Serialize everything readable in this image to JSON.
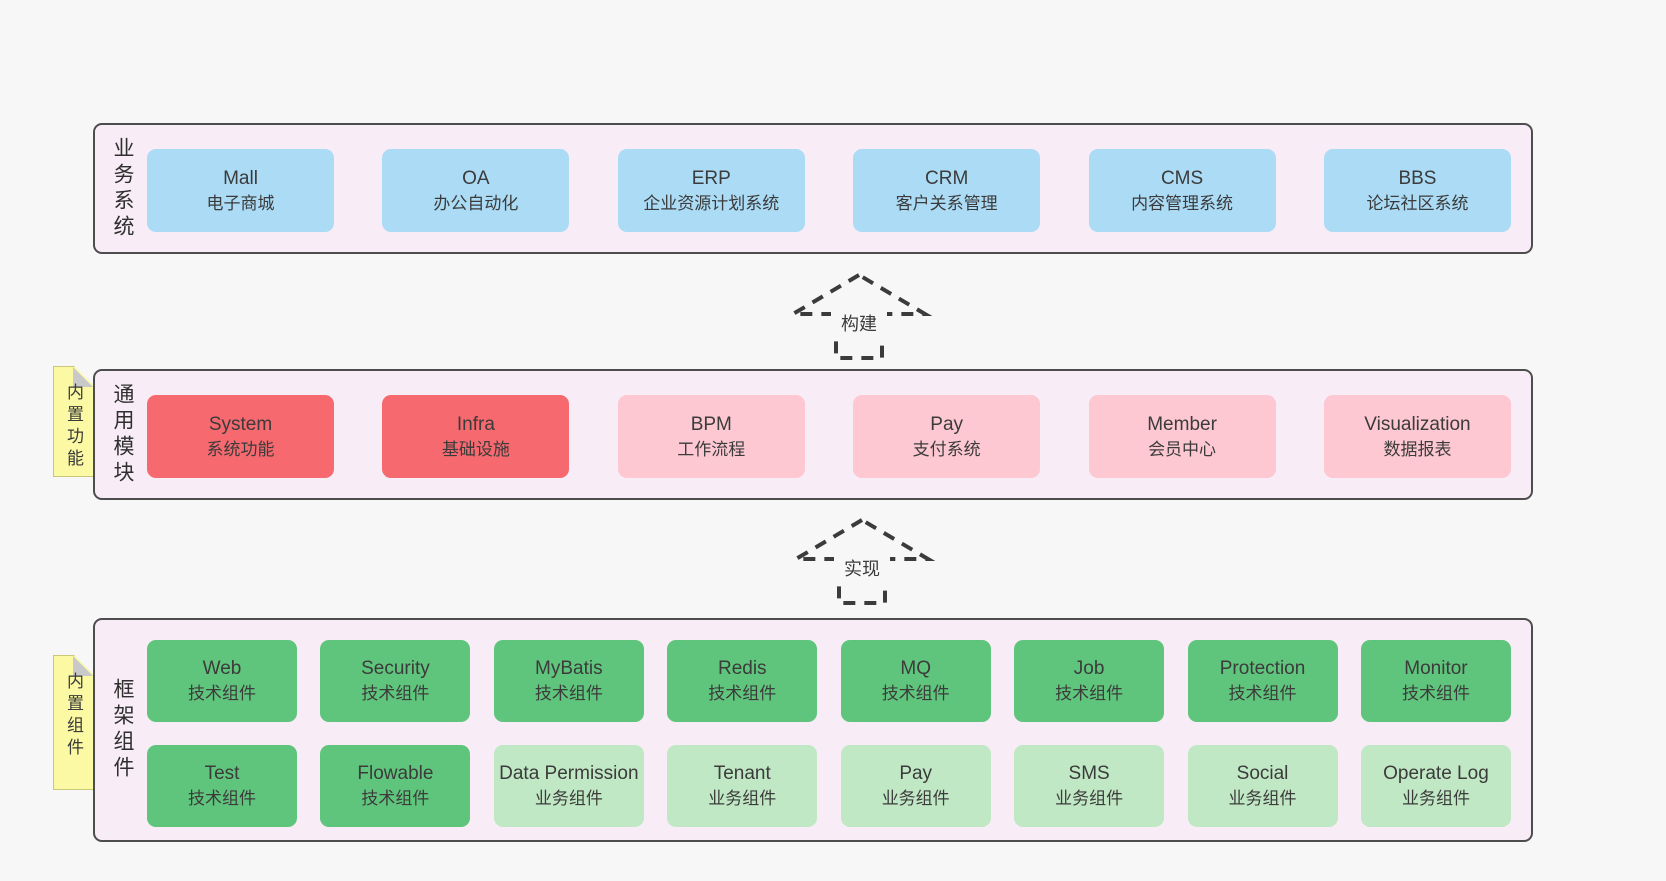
{
  "colors": {
    "page_bg": "#f7f7f7",
    "panel_bg": "#f8edf6",
    "panel_border": "#4d4d4d",
    "box_blue": "#abdbf5",
    "box_red": "#f5696f",
    "box_pink": "#fdc8d2",
    "box_green": "#60c57c",
    "box_light_green": "#c1e8c5",
    "note_yellow": "#fbf9a3",
    "note_fold_gray": "#c9c9c9",
    "text": "#3b3b3b"
  },
  "notes": [
    {
      "label": "内置功能"
    },
    {
      "label": "内置组件"
    }
  ],
  "arrows": [
    {
      "label": "构建"
    },
    {
      "label": "实现"
    }
  ],
  "layers": {
    "business": {
      "side_label": "业务系统",
      "boxes": [
        {
          "name": "Mall",
          "desc": "电子商城"
        },
        {
          "name": "OA",
          "desc": "办公自动化"
        },
        {
          "name": "ERP",
          "desc": "企业资源计划系统"
        },
        {
          "name": "CRM",
          "desc": "客户关系管理"
        },
        {
          "name": "CMS",
          "desc": "内容管理系统"
        },
        {
          "name": "BBS",
          "desc": "论坛社区系统"
        }
      ]
    },
    "modules": {
      "side_label": "通用模块",
      "boxes": [
        {
          "name": "System",
          "desc": "系统功能",
          "variant": "red"
        },
        {
          "name": "Infra",
          "desc": "基础设施",
          "variant": "red"
        },
        {
          "name": "BPM",
          "desc": "工作流程",
          "variant": "pink"
        },
        {
          "name": "Pay",
          "desc": "支付系统",
          "variant": "pink"
        },
        {
          "name": "Member",
          "desc": "会员中心",
          "variant": "pink"
        },
        {
          "name": "Visualization",
          "desc": "数据报表",
          "variant": "pink"
        }
      ]
    },
    "framework": {
      "side_label": "框架组件",
      "row1": [
        {
          "name": "Web",
          "desc": "技术组件",
          "variant": "green"
        },
        {
          "name": "Security",
          "desc": "技术组件",
          "variant": "green"
        },
        {
          "name": "MyBatis",
          "desc": "技术组件",
          "variant": "green"
        },
        {
          "name": "Redis",
          "desc": "技术组件",
          "variant": "green"
        },
        {
          "name": "MQ",
          "desc": "技术组件",
          "variant": "green"
        },
        {
          "name": "Job",
          "desc": "技术组件",
          "variant": "green"
        },
        {
          "name": "Protection",
          "desc": "技术组件",
          "variant": "green"
        },
        {
          "name": "Monitor",
          "desc": "技术组件",
          "variant": "green"
        }
      ],
      "row2": [
        {
          "name": "Test",
          "desc": "技术组件",
          "variant": "green"
        },
        {
          "name": "Flowable",
          "desc": "技术组件",
          "variant": "green"
        },
        {
          "name": "Data Permission",
          "desc": "业务组件",
          "variant": "light-green"
        },
        {
          "name": "Tenant",
          "desc": "业务组件",
          "variant": "light-green"
        },
        {
          "name": "Pay",
          "desc": "业务组件",
          "variant": "light-green"
        },
        {
          "name": "SMS",
          "desc": "业务组件",
          "variant": "light-green"
        },
        {
          "name": "Social",
          "desc": "业务组件",
          "variant": "light-green"
        },
        {
          "name": "Operate Log",
          "desc": "业务组件",
          "variant": "light-green"
        }
      ]
    }
  }
}
